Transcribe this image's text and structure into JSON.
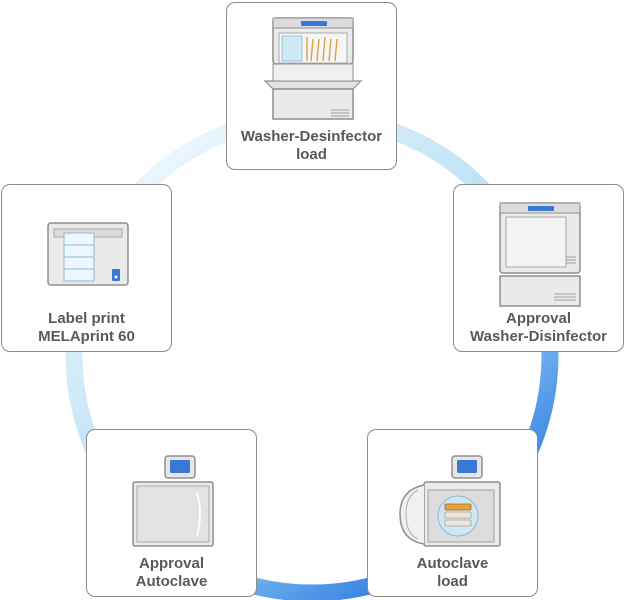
{
  "steps": [
    {
      "id": "wd-load",
      "line1": "Washer-Desinfector",
      "line2": "load"
    },
    {
      "id": "approval-wd",
      "line1": "Approval",
      "line2": "Washer-Disinfector"
    },
    {
      "id": "ac-load",
      "line1": "Autoclave",
      "line2": "load"
    },
    {
      "id": "approval-ac",
      "line1": "Approval",
      "line2": "Autoclave"
    },
    {
      "id": "label-print",
      "line1": "Label print",
      "line2": "MELAprint 60"
    }
  ],
  "colors": {
    "ring_light": "#e3f3fb",
    "ring_dark": "#2f7fe0",
    "card_border": "#8c8c8c",
    "text": "#555a5f",
    "device_fill": "#ebebeb",
    "device_stroke": "#8f8f8f",
    "display_blue": "#3a78d8"
  }
}
